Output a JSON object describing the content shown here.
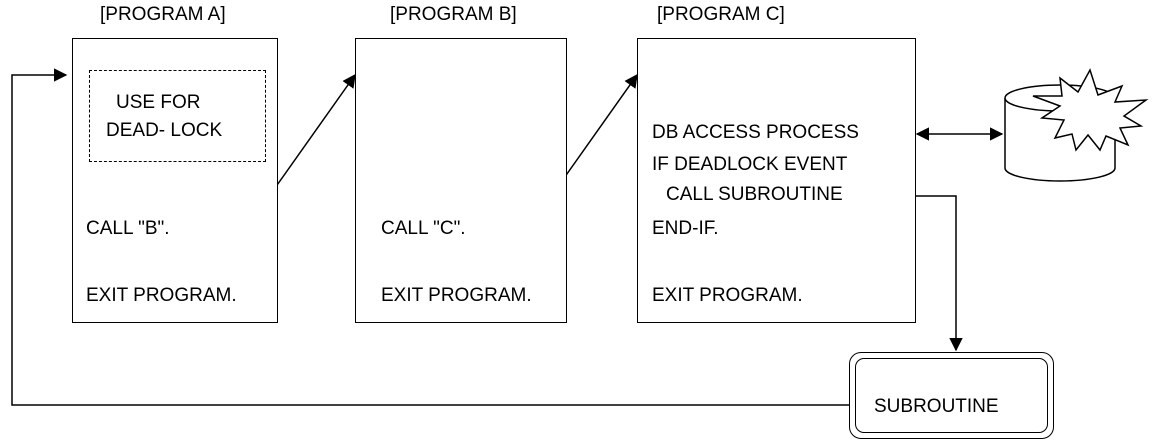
{
  "programs": {
    "a": {
      "title": "[PROGRAM  A]",
      "note_line1": "USE FOR",
      "note_line2": "DEAD- LOCK",
      "call": "CALL \"B\".",
      "exit": "EXIT PROGRAM."
    },
    "b": {
      "title": "[PROGRAM B]",
      "call": "CALL \"C\".",
      "exit": "EXIT PROGRAM."
    },
    "c": {
      "title": "[PROGRAM C]",
      "line1": "DB ACCESS PROCESS",
      "line2": "IF DEADLOCK EVENT",
      "line3": "CALL SUBROUTINE",
      "line4": "END-IF.",
      "exit": "EXIT PROGRAM."
    }
  },
  "subroutine": {
    "label": "SUBROUTINE"
  },
  "icons": {
    "database": "database-cylinder-icon",
    "deadlock": "explosion-burst-icon"
  }
}
